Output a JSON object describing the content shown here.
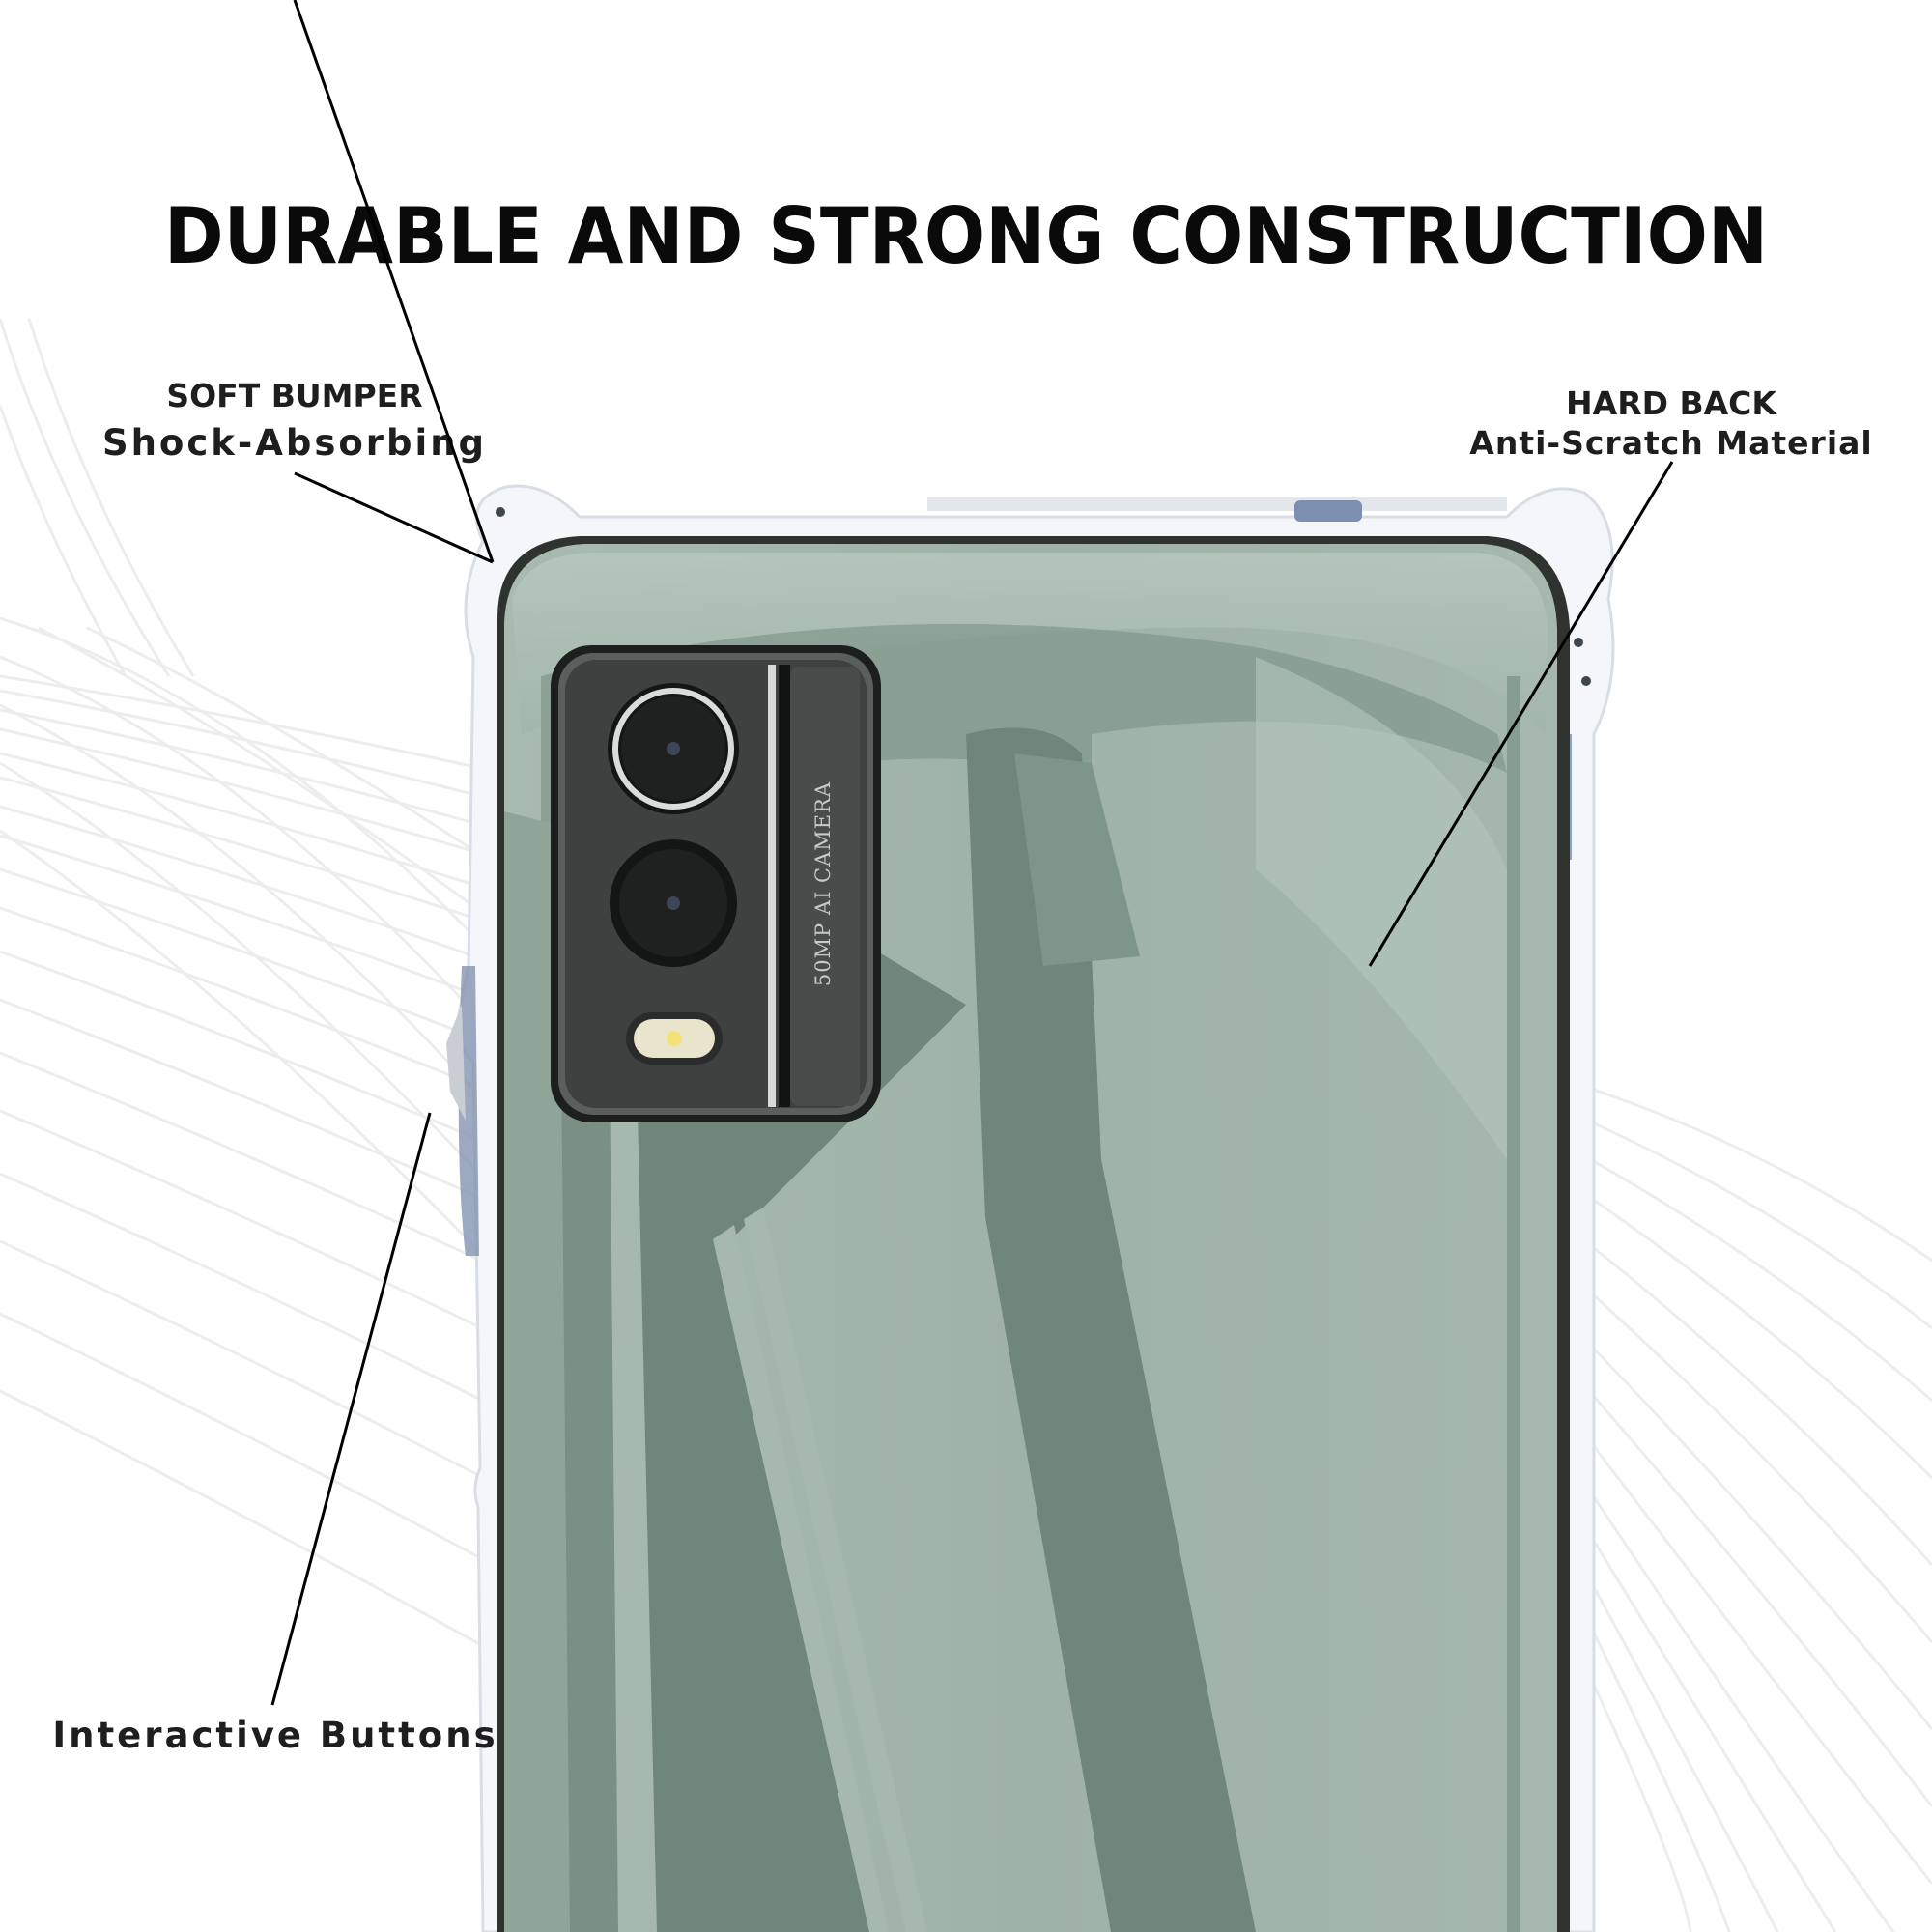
{
  "title": "DURABLE AND STRONG CONSTRUCTION",
  "callouts": {
    "soft_bumper": {
      "heading": "SOFT BUMPER",
      "subheading": "Shock-Absorbing"
    },
    "hard_back": {
      "heading": "HARD BACK",
      "subheading": "Anti-Scratch Material"
    },
    "buttons": {
      "heading": "Interactive Buttons"
    }
  },
  "product": {
    "camera_label": "50MP AI CAMERA",
    "colors": {
      "body_light": "#a3b6aa",
      "body_mid": "#8ea495",
      "body_dark": "#6e8578",
      "bezel": "#2e3330",
      "camera_module": "#3e3e3e",
      "bumper": "#e8ecf2",
      "bumper_blue": "#7d8fb0",
      "text": "#1e1e1e",
      "bg_line": "#eceeee"
    }
  }
}
